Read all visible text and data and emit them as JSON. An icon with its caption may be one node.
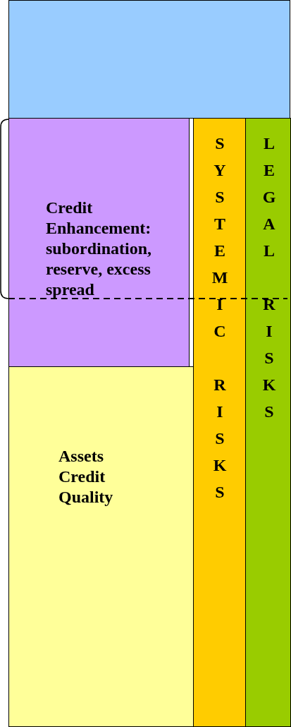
{
  "diagram": {
    "nodes": [
      {
        "text": [],
        "shape": "box"
      },
      {
        "text": [
          "Credit Enhancement: subordination, reserve, excess spread"
        ]
      },
      {
        "text": [
          "Assets Credit Quality"
        ]
      },
      {
        "text": [
          "SYSTEMIC RISKS"
        ]
      },
      {
        "text": [
          "LEGAL RISKS"
        ]
      }
    ]
  }
}
